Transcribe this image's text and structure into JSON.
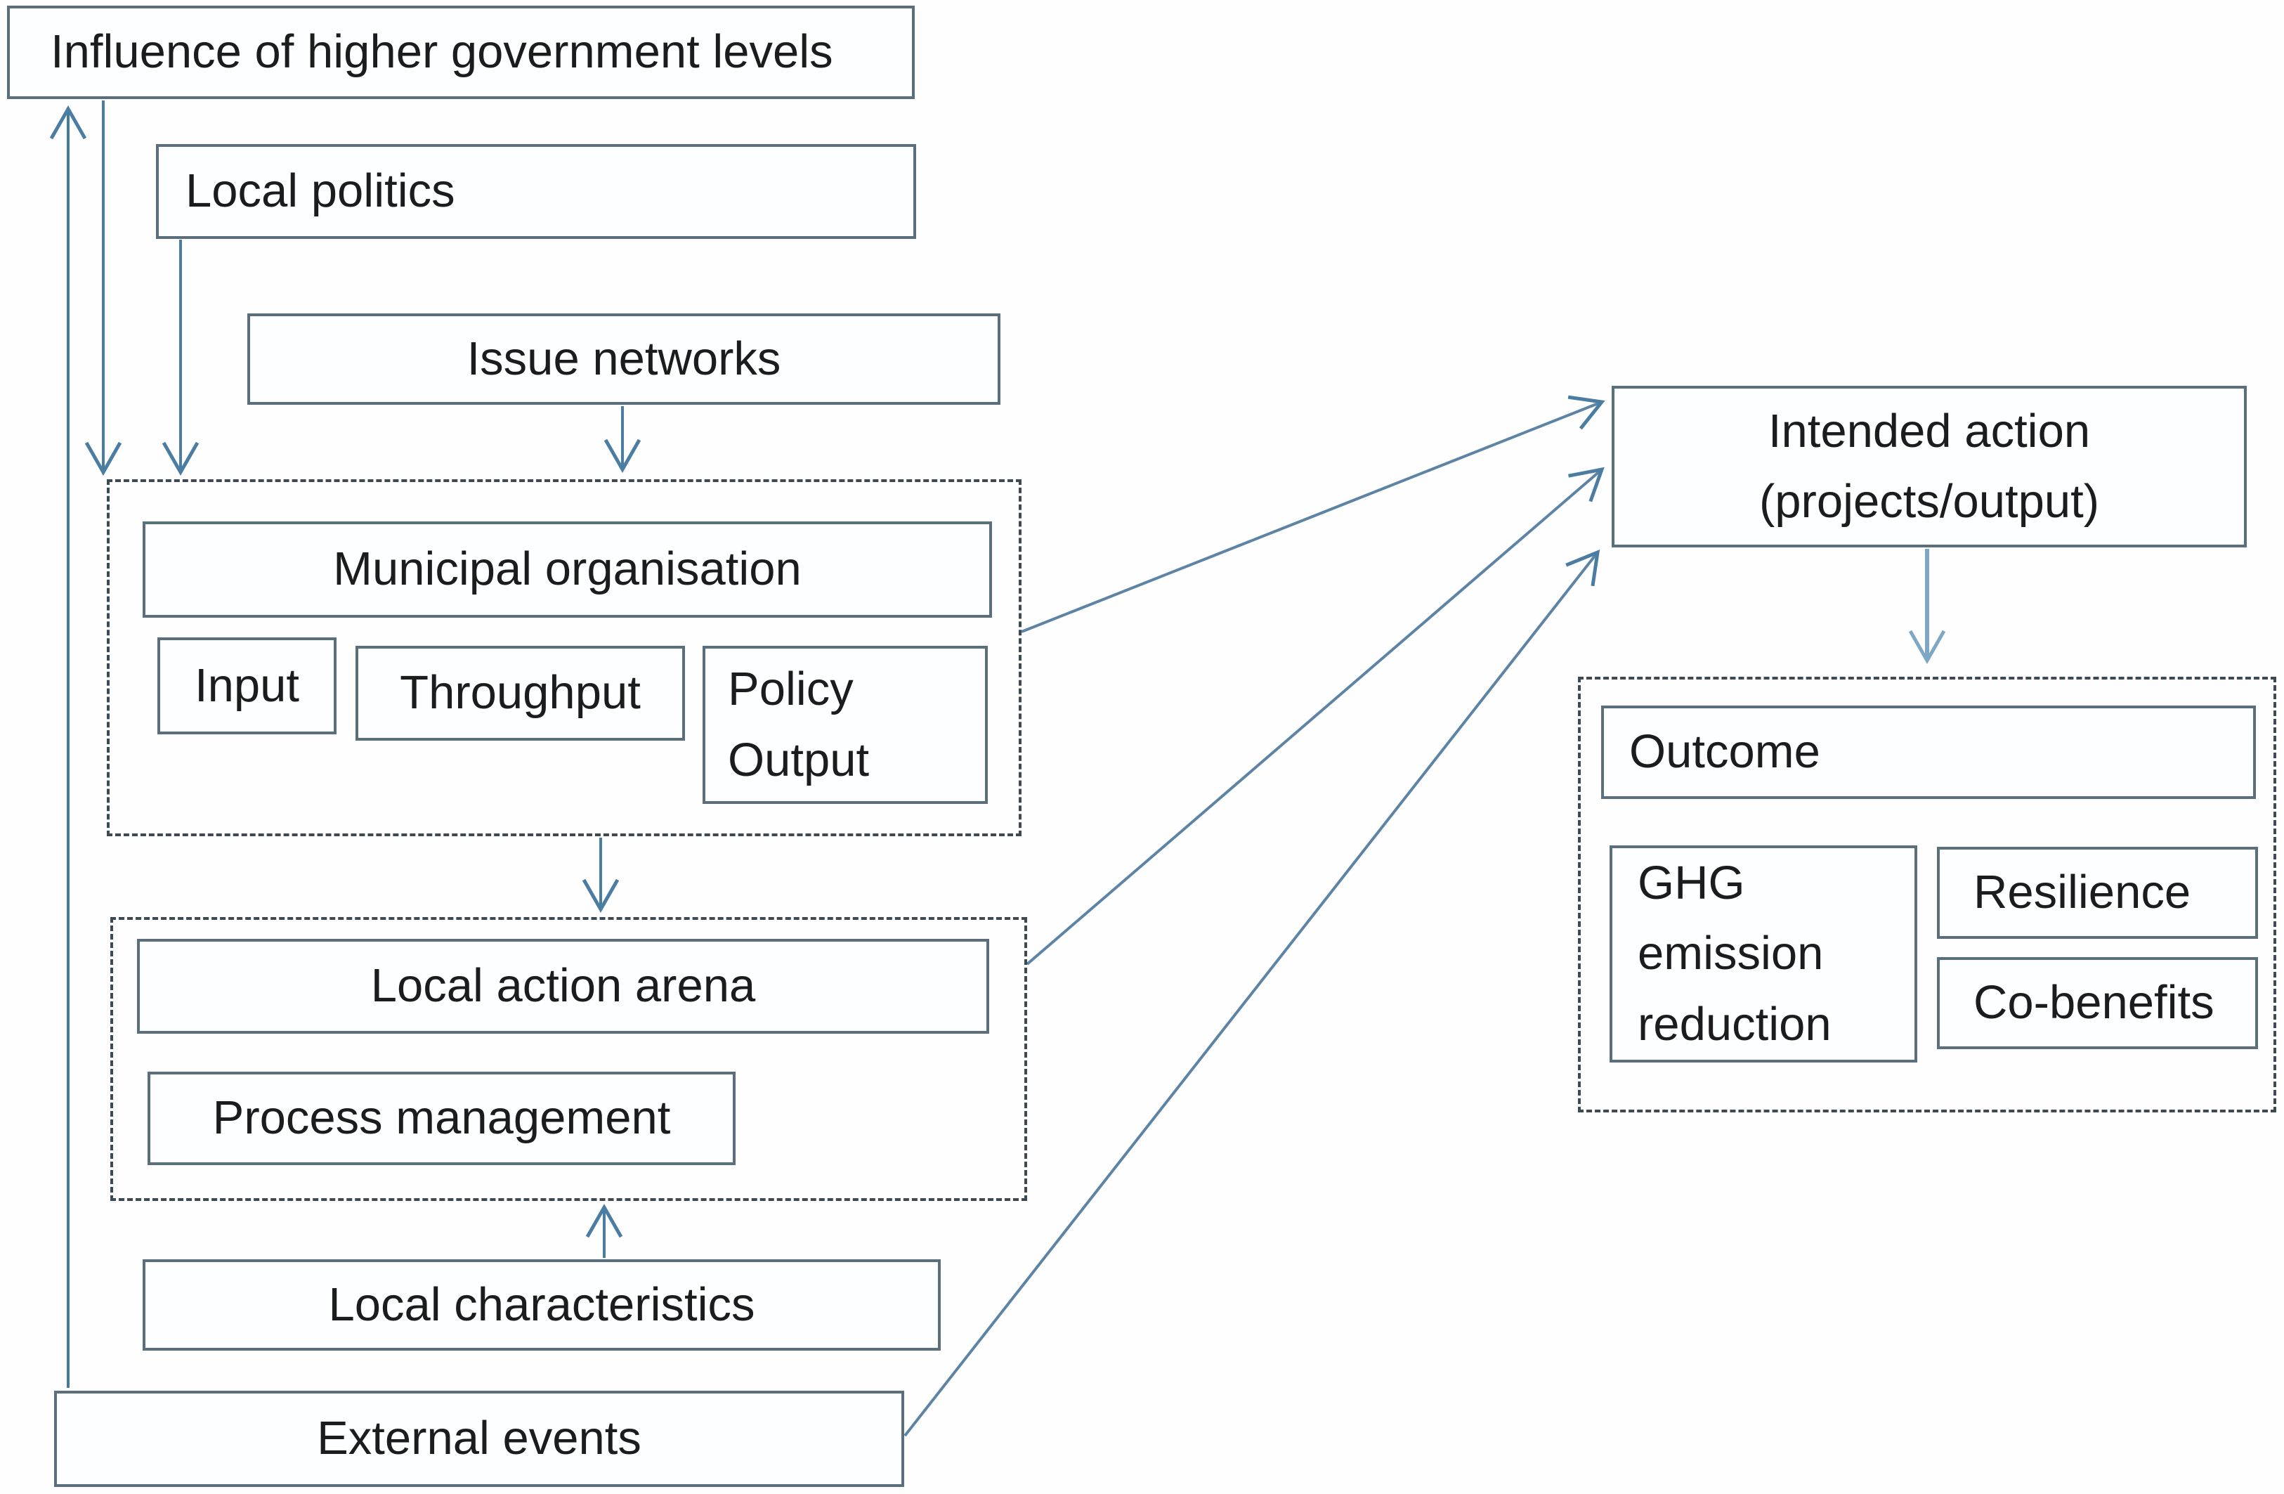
{
  "figure": {
    "type": "flow-diagram",
    "colors": {
      "box_border": "#5b6e7c",
      "dashed_border": "#3d4a54",
      "arrow": "#4a7da1",
      "arrow_light": "#7ea7c4",
      "text": "#1c1c1c",
      "background": "#fefeff"
    },
    "boxes": {
      "influence": {
        "label": "Influence of higher government levels"
      },
      "local_politics": {
        "label": "Local politics"
      },
      "issue_networks": {
        "label": "Issue networks"
      },
      "municipal_org": {
        "label": "Municipal organisation"
      },
      "input": {
        "label": "Input"
      },
      "throughput": {
        "label": "Throughput"
      },
      "policy_output": {
        "label": "Policy\nOutput"
      },
      "local_action_arena": {
        "label": "Local action arena"
      },
      "process_management": {
        "label": "Process management"
      },
      "local_characteristics": {
        "label": "Local characteristics"
      },
      "external_events": {
        "label": "External events"
      },
      "intended_action": {
        "label": "Intended action\n(projects/output)"
      },
      "outcome": {
        "label": "Outcome"
      },
      "ghg": {
        "label": "GHG\nemission\nreduction"
      },
      "resilience": {
        "label": "Resilience"
      },
      "co_benefits": {
        "label": "Co-benefits"
      }
    },
    "groups": {
      "municipal_group": {
        "contains": [
          "municipal_org",
          "input",
          "throughput",
          "policy_output"
        ]
      },
      "local_action_group": {
        "contains": [
          "local_action_arena",
          "process_management"
        ]
      },
      "outcome_group": {
        "contains": [
          "outcome",
          "ghg",
          "resilience",
          "co_benefits"
        ]
      }
    },
    "arrows": [
      {
        "id": "external-events-to-influence",
        "from": "external_events",
        "to": "influence"
      },
      {
        "id": "influence-to-municipal-group",
        "from": "influence",
        "to": "municipal_group"
      },
      {
        "id": "local-politics-to-municipal-group",
        "from": "local_politics",
        "to": "municipal_group"
      },
      {
        "id": "issue-networks-to-municipal-group",
        "from": "issue_networks",
        "to": "municipal_group"
      },
      {
        "id": "municipal-group-to-local-action-group",
        "from": "municipal_group",
        "to": "local_action_group"
      },
      {
        "id": "local-characteristics-to-local-action-group",
        "from": "local_characteristics",
        "to": "local_action_group"
      },
      {
        "id": "municipal-group-to-intended-action",
        "from": "municipal_group",
        "to": "intended_action"
      },
      {
        "id": "local-action-group-to-intended-action",
        "from": "local_action_group",
        "to": "intended_action"
      },
      {
        "id": "external-events-to-intended-action",
        "from": "external_events",
        "to": "intended_action"
      },
      {
        "id": "intended-action-to-outcome-group",
        "from": "intended_action",
        "to": "outcome_group"
      }
    ]
  }
}
